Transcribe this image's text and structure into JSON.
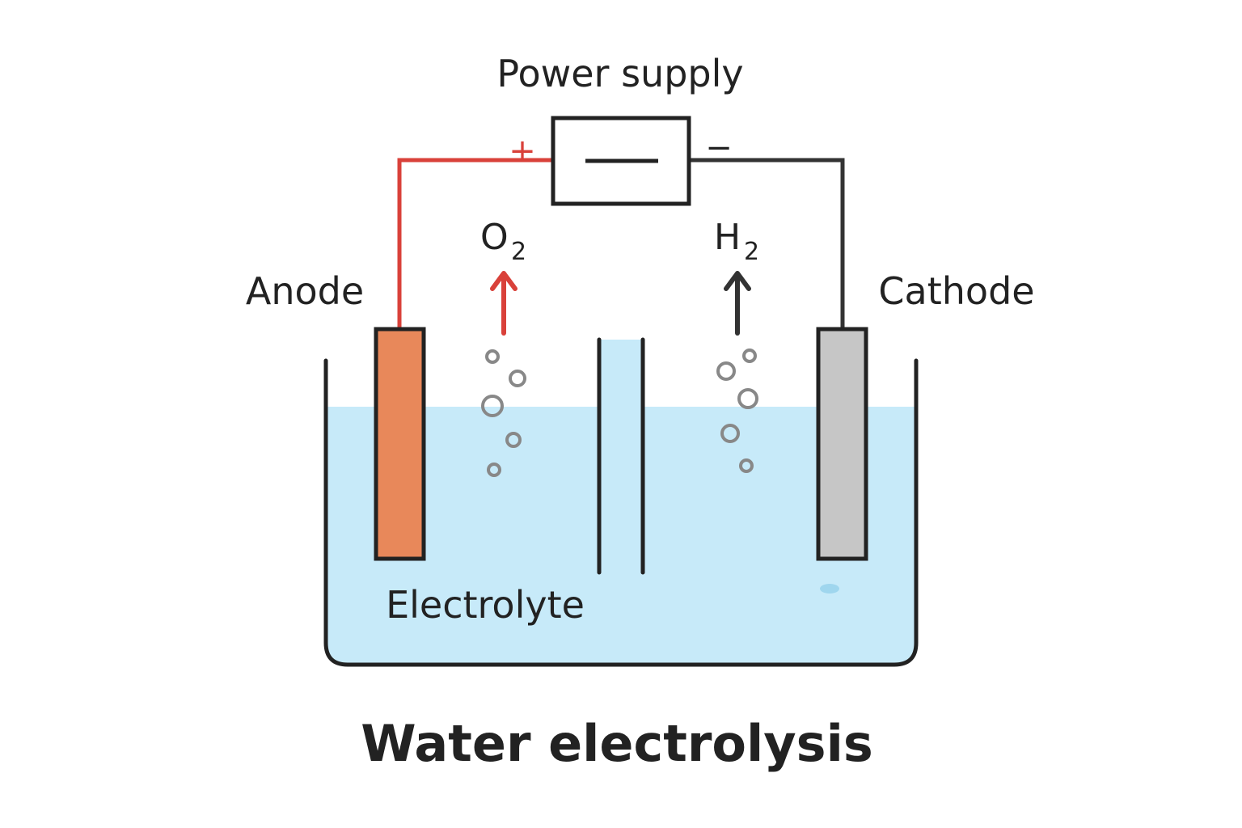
{
  "title": "Water electrolysis",
  "power_supply": {
    "label": "Power supply",
    "positive_sign": "+",
    "negative_sign": "−"
  },
  "anode": {
    "label": "Anode",
    "gas": "O",
    "gas_subscript": "2"
  },
  "cathode": {
    "label": "Cathode",
    "gas": "H",
    "gas_subscript": "2"
  },
  "electrolyte": {
    "label": "Electrolyte"
  },
  "colors": {
    "anode_wire": "#d9413a",
    "cathode_wire": "#333333",
    "anode_plate": "#e8885a",
    "cathode_plate": "#c6c6c6",
    "electrolyte": "#c7eaf9",
    "bubble": "#888888",
    "outline": "#222222"
  },
  "icons": {
    "battery": "battery-symbol-icon",
    "up_arrow": "arrow-up-icon",
    "bubble": "gas-bubble-icon"
  }
}
